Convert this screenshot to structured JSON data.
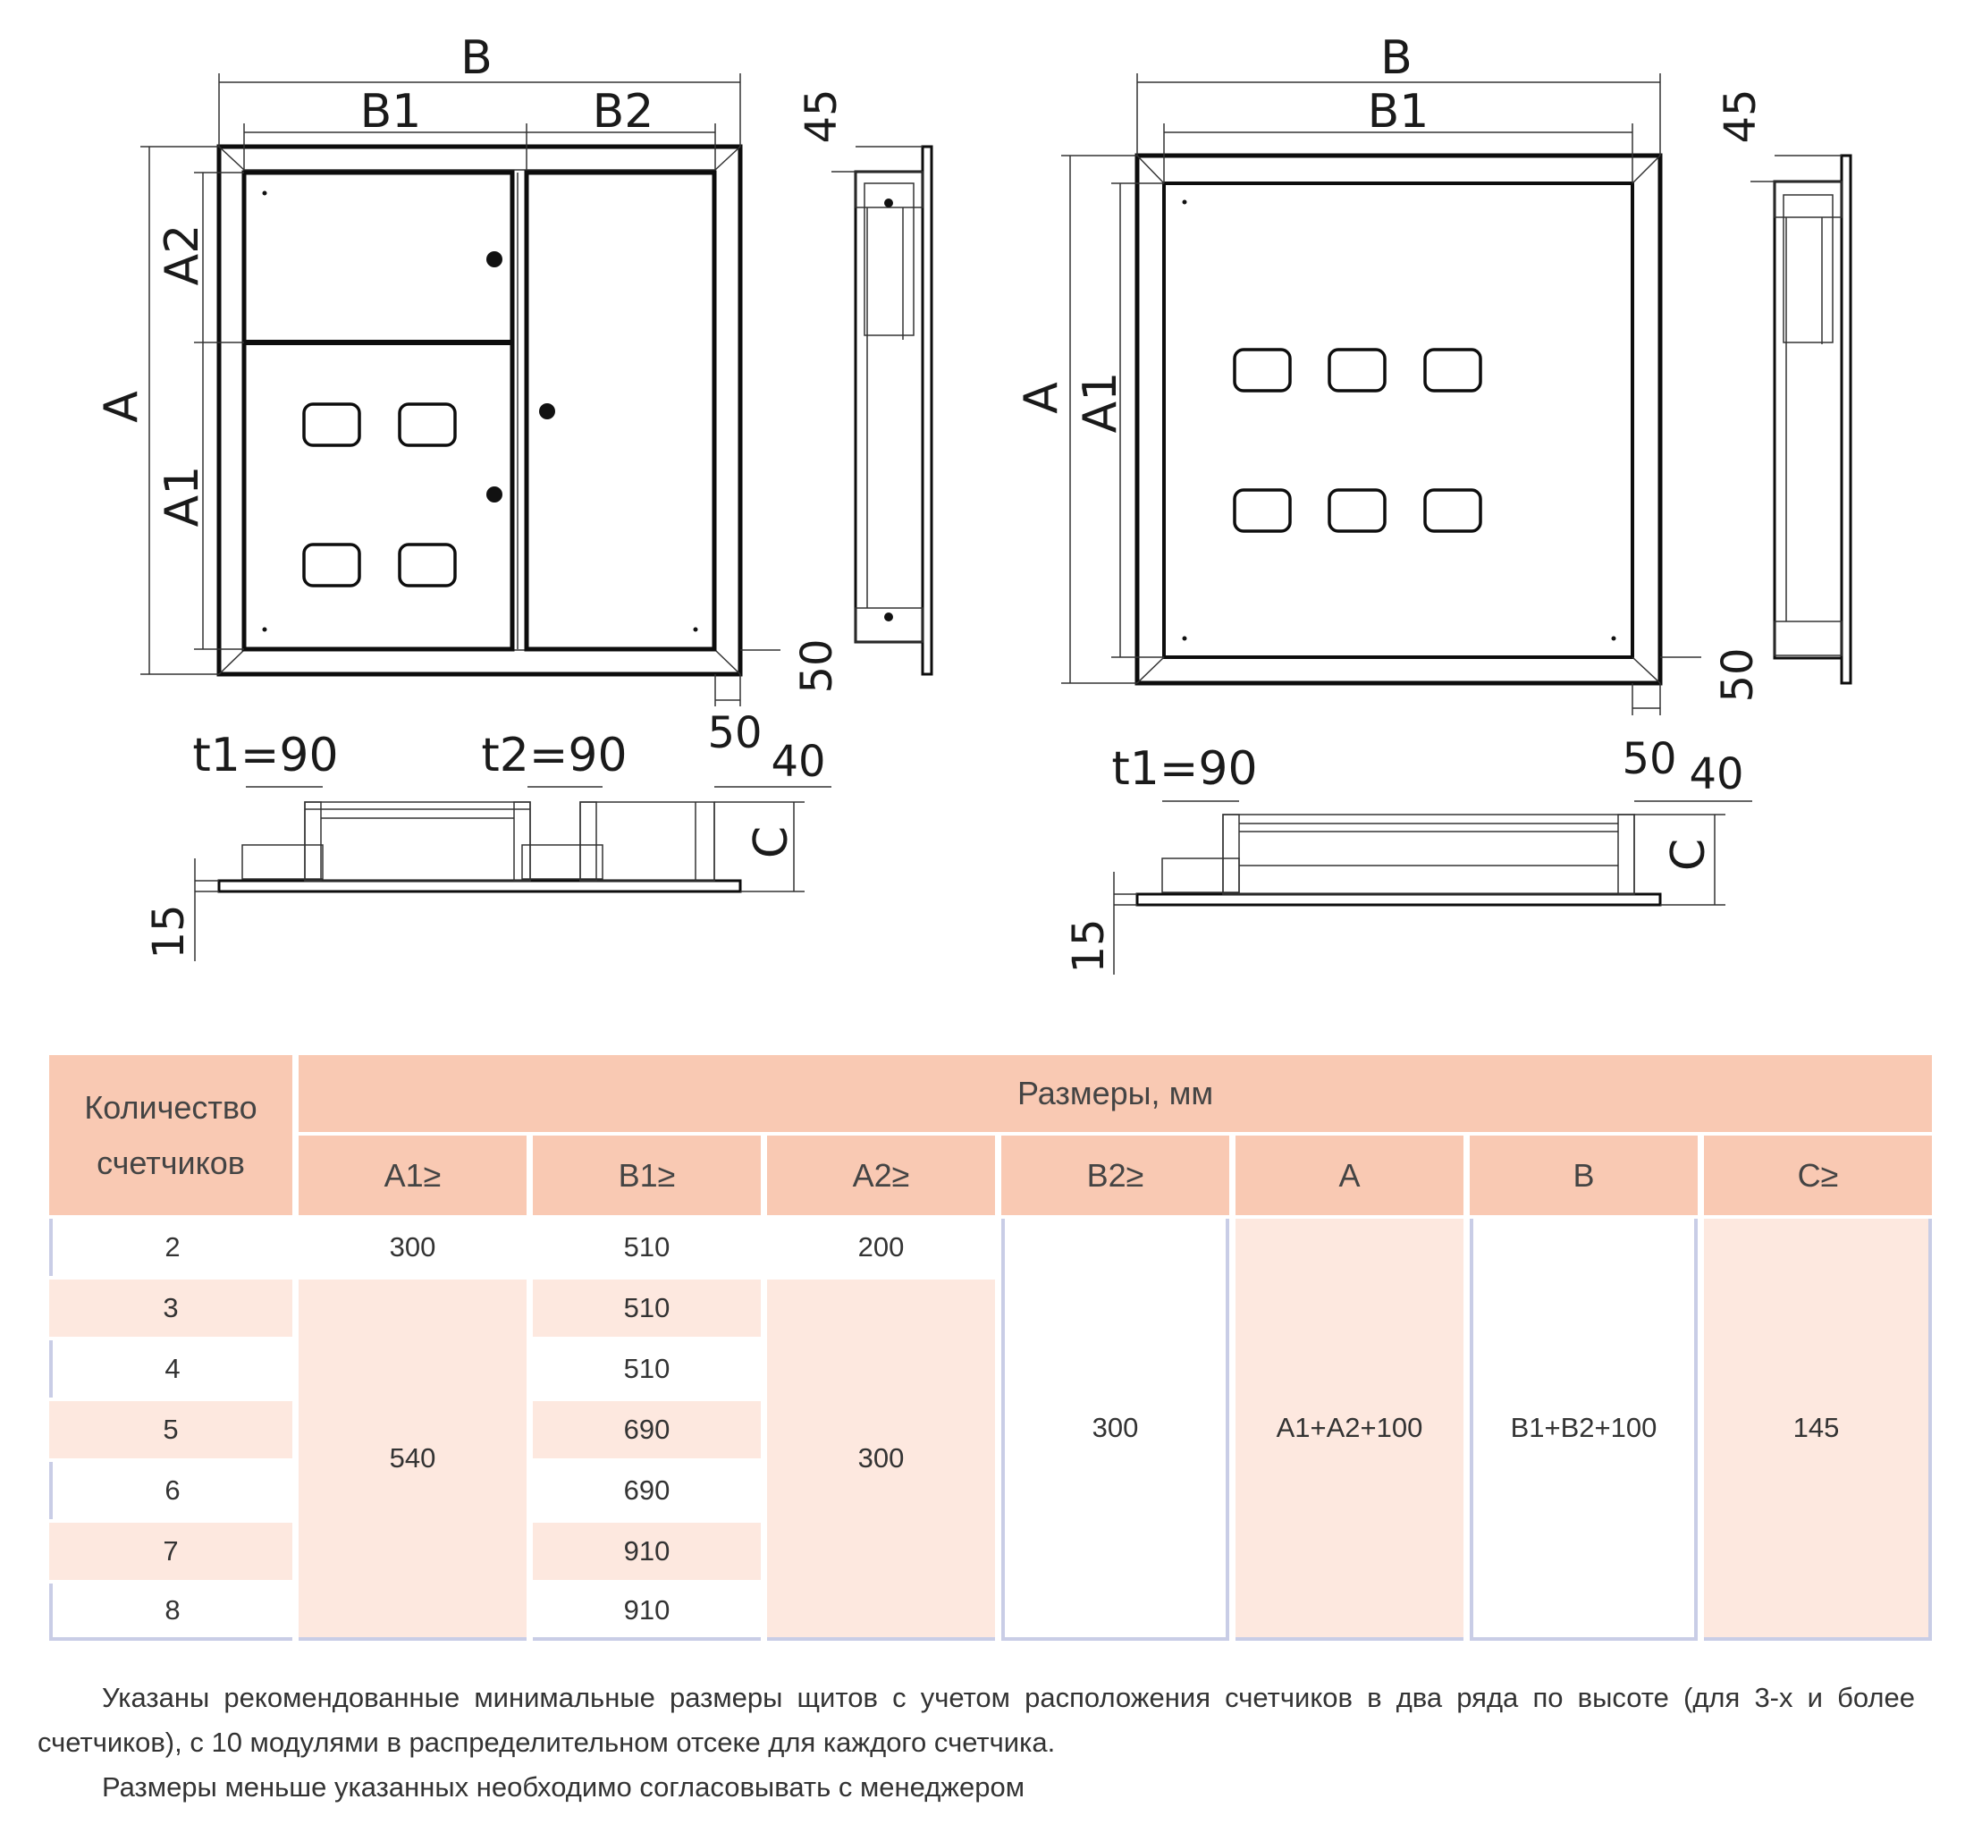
{
  "diagram_left": {
    "B": "B",
    "B1": "B1",
    "B2": "B2",
    "A": "A",
    "A1": "A1",
    "A2": "A2",
    "d45": "45",
    "d50_side": "50",
    "d50_bottom": "50",
    "d40": "40",
    "t1": "t1=90",
    "t2": "t2=90",
    "C": "C",
    "d15": "15"
  },
  "diagram_right": {
    "B": "B",
    "B1": "B1",
    "A": "A",
    "A1": "A1",
    "d45": "45",
    "d50_side": "50",
    "d50_bottom": "50",
    "d40": "40",
    "t1": "t1=90",
    "C": "C",
    "d15": "15"
  },
  "table": {
    "header_count": "Количество счетчиков",
    "header_sizes": "Размеры, мм",
    "columns": [
      "A1≥",
      "B1≥",
      "A2≥",
      "B2≥",
      "A",
      "B",
      "C≥"
    ],
    "rows": [
      {
        "count": "2",
        "B1": "510"
      },
      {
        "count": "3",
        "B1": "510"
      },
      {
        "count": "4",
        "B1": "510"
      },
      {
        "count": "5",
        "B1": "690"
      },
      {
        "count": "6",
        "B1": "690"
      },
      {
        "count": "7",
        "B1": "910"
      },
      {
        "count": "8",
        "B1": "910"
      }
    ],
    "row2_A1": "300",
    "row2_A2": "200",
    "merged_A1": "540",
    "merged_A2": "300",
    "merged_B2": "300",
    "merged_A": "A1+A2+100",
    "merged_B": "B1+B2+100",
    "merged_C": "145"
  },
  "notes": {
    "line1": "Указаны рекомендованные минимальные размеры щитов с учетом расположения счетчиков в два ряда по высоте (для 3-х и более счетчиков), с 10 модулями в распределительном отсеке для каждого счетчика.",
    "line2": "Размеры меньше указанных необходимо согласовывать с менеджером"
  }
}
